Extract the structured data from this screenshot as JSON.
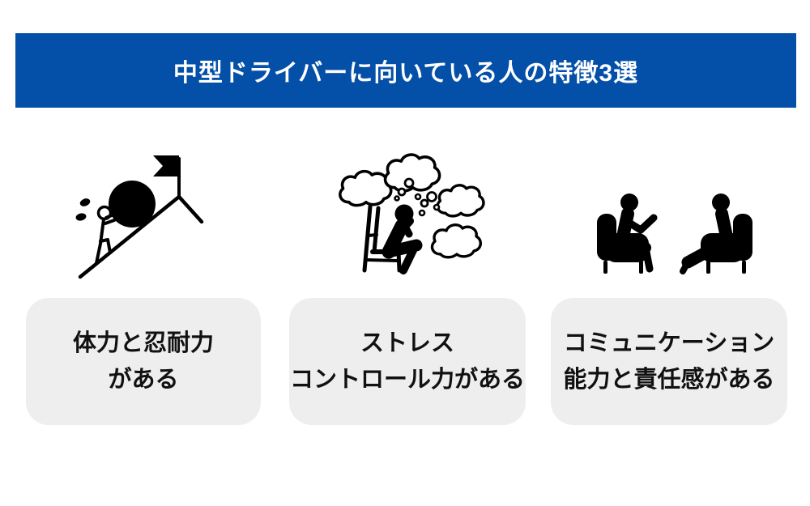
{
  "header": {
    "title": "中型ドライバーに向いている人の特徴3選",
    "bg_color": "#0450A8",
    "text_color": "#FFFFFF"
  },
  "features": [
    {
      "icon": "pushing-boulder-uphill-icon",
      "line1": "体力と忍耐力",
      "line2": "がある"
    },
    {
      "icon": "stressed-person-thought-clouds-icon",
      "line1": "ストレス",
      "line2": "コントロール力がある"
    },
    {
      "icon": "two-people-conversation-icon",
      "line1": "コミュニケーション",
      "line2": "能力と責任感がある"
    }
  ],
  "colors": {
    "card_bg": "#EEEEEE",
    "icon_color": "#000000",
    "page_bg": "#FFFFFF"
  }
}
